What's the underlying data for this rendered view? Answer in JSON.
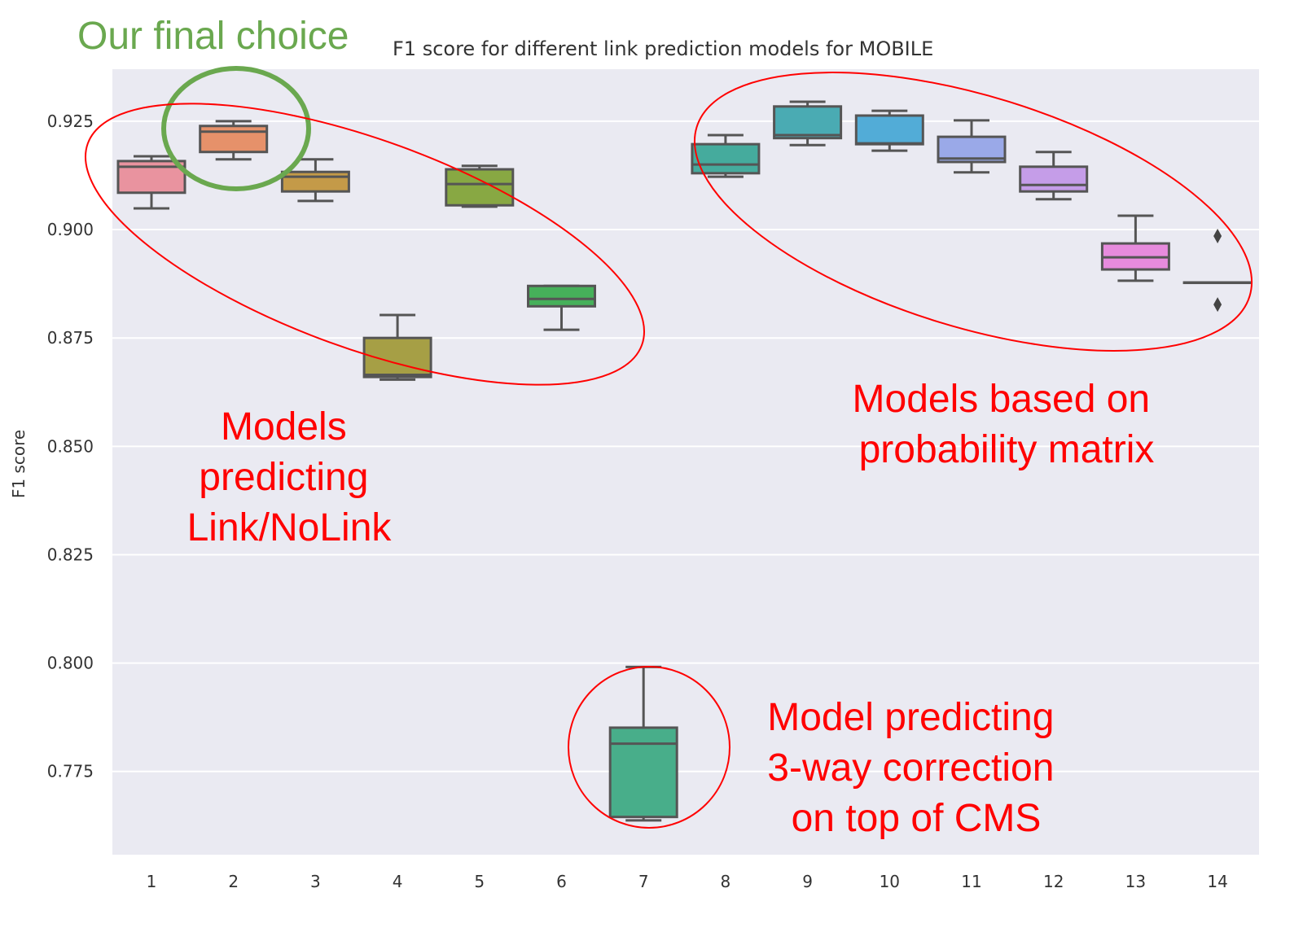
{
  "chart_data": {
    "type": "box",
    "title": "F1 score for different link prediction models for MOBILE",
    "xlabel": "",
    "ylabel": "F1 score",
    "ylim": [
      0.7558,
      0.937
    ],
    "grid": true,
    "yticks": [
      "0.775",
      "0.800",
      "0.825",
      "0.850",
      "0.875",
      "0.900",
      "0.925"
    ],
    "ytick_values": [
      0.775,
      0.8,
      0.825,
      0.85,
      0.875,
      0.9,
      0.925
    ],
    "categories": [
      "1",
      "2",
      "3",
      "4",
      "5",
      "6",
      "7",
      "8",
      "9",
      "10",
      "11",
      "12",
      "13",
      "14"
    ],
    "boxes": [
      {
        "min": 0.9049,
        "q1": 0.9085,
        "median": 0.9145,
        "q3": 0.9158,
        "max": 0.9169,
        "color": "#e9939f",
        "outliers": []
      },
      {
        "min": 0.9162,
        "q1": 0.9179,
        "median": 0.9226,
        "q3": 0.9239,
        "max": 0.925,
        "color": "#e6916a",
        "outliers": []
      },
      {
        "min": 0.9066,
        "q1": 0.9088,
        "median": 0.9122,
        "q3": 0.9133,
        "max": 0.9162,
        "color": "#c49a48",
        "outliers": []
      },
      {
        "min": 0.8654,
        "q1": 0.866,
        "median": 0.8665,
        "q3": 0.875,
        "max": 0.8803,
        "color": "#a69f45",
        "outliers": []
      },
      {
        "min": 0.9053,
        "q1": 0.9056,
        "median": 0.9105,
        "q3": 0.9139,
        "max": 0.9147,
        "color": "#88a843",
        "outliers": []
      },
      {
        "min": 0.8769,
        "q1": 0.8823,
        "median": 0.884,
        "q3": 0.887,
        "max": 0.887,
        "color": "#46b05a",
        "outliers": []
      },
      {
        "min": 0.7637,
        "q1": 0.7645,
        "median": 0.7814,
        "q3": 0.7851,
        "max": 0.7991,
        "color": "#48ae8a",
        "outliers": []
      },
      {
        "min": 0.9122,
        "q1": 0.913,
        "median": 0.915,
        "q3": 0.9197,
        "max": 0.9218,
        "color": "#45ab9d",
        "outliers": []
      },
      {
        "min": 0.9195,
        "q1": 0.9211,
        "median": 0.9218,
        "q3": 0.9284,
        "max": 0.9295,
        "color": "#4aabb3",
        "outliers": []
      },
      {
        "min": 0.9182,
        "q1": 0.9197,
        "median": 0.9199,
        "q3": 0.9263,
        "max": 0.9274,
        "color": "#52acd7",
        "outliers": []
      },
      {
        "min": 0.9132,
        "q1": 0.9156,
        "median": 0.9164,
        "q3": 0.9214,
        "max": 0.9252,
        "color": "#9aa9e8",
        "outliers": []
      },
      {
        "min": 0.907,
        "q1": 0.9088,
        "median": 0.9103,
        "q3": 0.9145,
        "max": 0.9179,
        "color": "#c59de8",
        "outliers": []
      },
      {
        "min": 0.8882,
        "q1": 0.8908,
        "median": 0.8936,
        "q3": 0.8968,
        "max": 0.9032,
        "color": "#e78bdd",
        "outliers": []
      },
      {
        "min": 0.8878,
        "q1": 0.8878,
        "median": 0.8878,
        "q3": 0.8878,
        "max": 0.8878,
        "color": "#e887c0",
        "outliers": [
          0.8985,
          0.8827
        ]
      }
    ]
  },
  "annotations": {
    "final_choice": "Our final choice",
    "link_nolink": [
      "Models",
      "predicting",
      "Link/NoLink"
    ],
    "probability": [
      "Models based on",
      "probability matrix"
    ],
    "three_way": [
      "Model predicting",
      "3-way correction",
      "on top of CMS"
    ]
  },
  "colors": {
    "background": "#eaeaf2",
    "annotation_red": "#ff0000",
    "annotation_green": "#6aa84f",
    "box_edge": "#555555"
  }
}
